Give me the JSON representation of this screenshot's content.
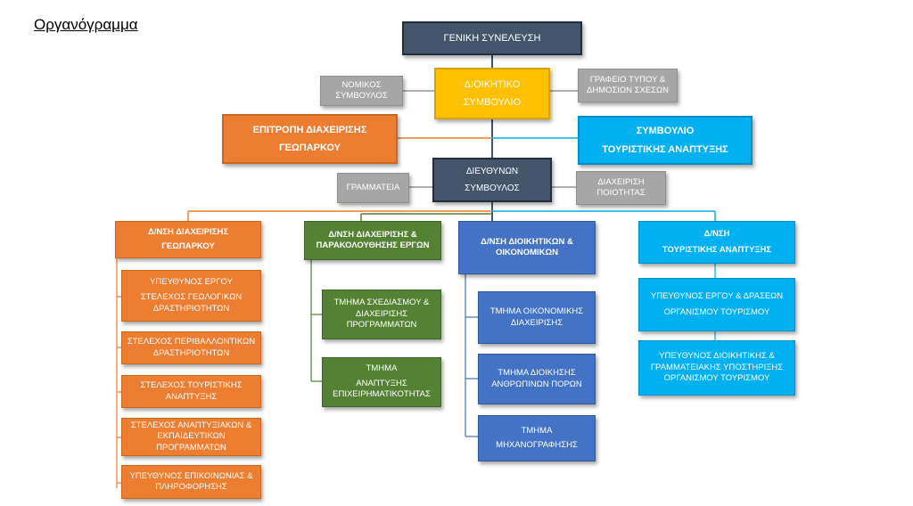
{
  "title": "Οργανόγραμμα",
  "general_assembly": "ΓΕΝΙΚΗ ΣΥΝΕΛΕΥΣΗ",
  "board": [
    "ΔΙΟΙΚΗΤΙΚΟ",
    "ΣΥΜΒΟΥΛΙΟ"
  ],
  "legal_advisor": [
    "ΝΟΜΙΚΟΣ",
    "ΣΥΜΒΟΥΛΟΣ"
  ],
  "press_office": [
    "ΓΡΑΦΕΙΟ ΤΥΠΟΥ &",
    "ΔΗΜΟΣΙΩΝ ΣΧΕΣΩΝ"
  ],
  "geopark_committee": [
    "ΕΠΙΤΡΟΠΗ ΔΙΑΧΕΙΡΙΣΗΣ",
    "ΓΕΩΠΑΡΚΟΥ"
  ],
  "tourism_council": [
    "ΣΥΜΒΟΥΛΙΟ",
    "ΤΟΥΡΙΣΤΙΚΗΣ ΑΝΑΠΤΥΞΗΣ"
  ],
  "managing_director": [
    "ΔΙΕΥΘΥΝΩΝ",
    "ΣΥΜΒΟΥΛΟΣ"
  ],
  "secretariat": "ΓΡΑΜΜΑΤΕΙΑ",
  "quality_management": [
    "ΔΙΑΧΕΙΡΙΣΗ",
    "ΠΟΙΟΤΗΤΑΣ"
  ],
  "directorates": {
    "geopark": {
      "head": [
        "Δ/ΝΣΗ ΔΙΑΧΕΙΡΙΣΗΣ",
        "ΓΕΩΠΑΡΚΟΥ"
      ],
      "units": [
        [
          "ΥΠΕΥΘΥΝΟΣ ΕΡΓΟΥ",
          "ΣΤΕΛΕΧΟΣ ΓΕΩΛΟΓΙΚΩΝ",
          "ΔΡΑΣΤΗΡΙΟΤΗΤΩΝ"
        ],
        [
          "ΣΤΕΛΕΧΟΣ ΠΕΡΙΒΑΛΛΟΝΤΙΚΩΝ",
          "ΔΡΑΣΤΗΡΙΟΤΗΤΩΝ"
        ],
        [
          "ΣΤΕΛΕΧΟΣ ΤΟΥΡΙΣΤΙΚΗΣ",
          "ΑΝΑΠΤΥΞΗΣ"
        ],
        [
          "ΣΤΕΛΕΧΟΣ ΑΝΑΠΤΥΞΙΑΚΩΝ &",
          "ΕΚΠΑΙΔΕΥΤΙΚΩΝ",
          "ΠΡΟΓΡΑΜΜΑΤΩΝ"
        ],
        [
          "ΥΠΕΥΘΥΝΟΣ ΕΠΙΚΟΙΝΩΝΙΑΣ &",
          "ΠΛΗΡΟΦΟΡΗΣΗΣ"
        ]
      ]
    },
    "projects": {
      "head": [
        "Δ/ΝΣΗ ΔΙΑΧΕΙΡΙΣΗΣ &",
        "ΠΑΡΑΚΟΛΟΥΘΗΣΗΣ ΕΡΓΩΝ"
      ],
      "units": [
        [
          "ΤΜΗΜΑ ΣΧΕΔΙΑΣΜΟΥ &",
          "ΔΙΑΧΕΙΡΙΣΗΣ",
          "ΠΡΟΓΡΑΜΜΑΤΩΝ"
        ],
        [
          "ΤΜΗΜΑ",
          "ΑΝΑΠΤΥΞΗΣ",
          "ΕΠΙΧΕΙΡΗΜΑΤΙΚΟΤΗΤΑΣ"
        ]
      ]
    },
    "admin": {
      "head": [
        "Δ/ΝΣΗ ΔΙΟΙΚΗΤΙΚΩΝ &",
        "ΟΙΚΟΝΟΜΙΚΩΝ"
      ],
      "units": [
        [
          "ΤΜΗΜΑ ΟΙΚΟΝΟΜΙΚΗΣ",
          "ΔΙΑΧΕΙΡΙΣΗΣ"
        ],
        [
          "ΤΜΗΜΑ ΔΙΟΙΚΗΣΗΣ",
          "ΑΝΘΡΩΠΙΝΩΝ ΠΟΡΩΝ"
        ],
        [
          "ΤΜΗΜΑ",
          "ΜΗΧΑΝΟΓΡΑΦΗΣΗΣ"
        ]
      ]
    },
    "tourism": {
      "head": [
        "Δ/ΝΣΗ",
        "ΤΟΥΡΙΣΤΙΚΗΣ ΑΝΑΠΤΥΞΗΣ"
      ],
      "units": [
        [
          "ΥΠΕΥΘΥΝΟΣ ΕΡΓΟΥ & ΔΡΑΣΕΩΝ",
          "ΟΡΓΑΝΙΣΜΟΥ ΤΟΥΡΙΣΜΟΥ"
        ],
        [
          "ΥΠΕΥΘΥΝΟΣ ΔΙΟΙΚΗΤΙΚΗΣ &",
          "ΓΡΑΜΜΑΤΕΙΑΚΗΣ ΥΠΟΣΤΗΡΙΞΗΣ",
          "ΟΡΓΑΝΙΣΜΟΥ ΤΟΥΡΙΣΜΟΥ"
        ]
      ]
    }
  },
  "colors": {
    "dark": "#44546a",
    "yellow": "#ffc000",
    "gray": "#a6a6a6",
    "orange": "#ed7d31",
    "green": "#548235",
    "blue": "#4472c4",
    "cyan": "#00b0f0"
  }
}
